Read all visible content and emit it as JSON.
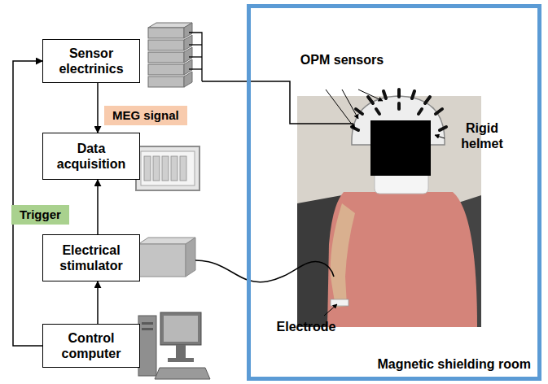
{
  "diagram": {
    "nodes": [
      {
        "text": [
          "Sensor electrinics"
        ]
      },
      {
        "text": [
          "Data acquisition"
        ]
      },
      {
        "text": [
          "Electrical stimulator"
        ]
      },
      {
        "text": [
          "Control computer"
        ]
      },
      {
        "text": [
          "Magnetic shielding room"
        ]
      }
    ],
    "edges": [
      {
        "from": 0,
        "to": 1,
        "label": "MEG signal",
        "arrow": "to"
      },
      {
        "from": 2,
        "to": 1,
        "label": "Trigger",
        "arrow": "to"
      },
      {
        "from": 3,
        "to": 2,
        "arrow": "to"
      },
      {
        "from": 3,
        "to": 0,
        "arrow": "to"
      }
    ],
    "labels": [
      "OPM sensors",
      "Rigid helmet",
      "Electrode"
    ]
  }
}
